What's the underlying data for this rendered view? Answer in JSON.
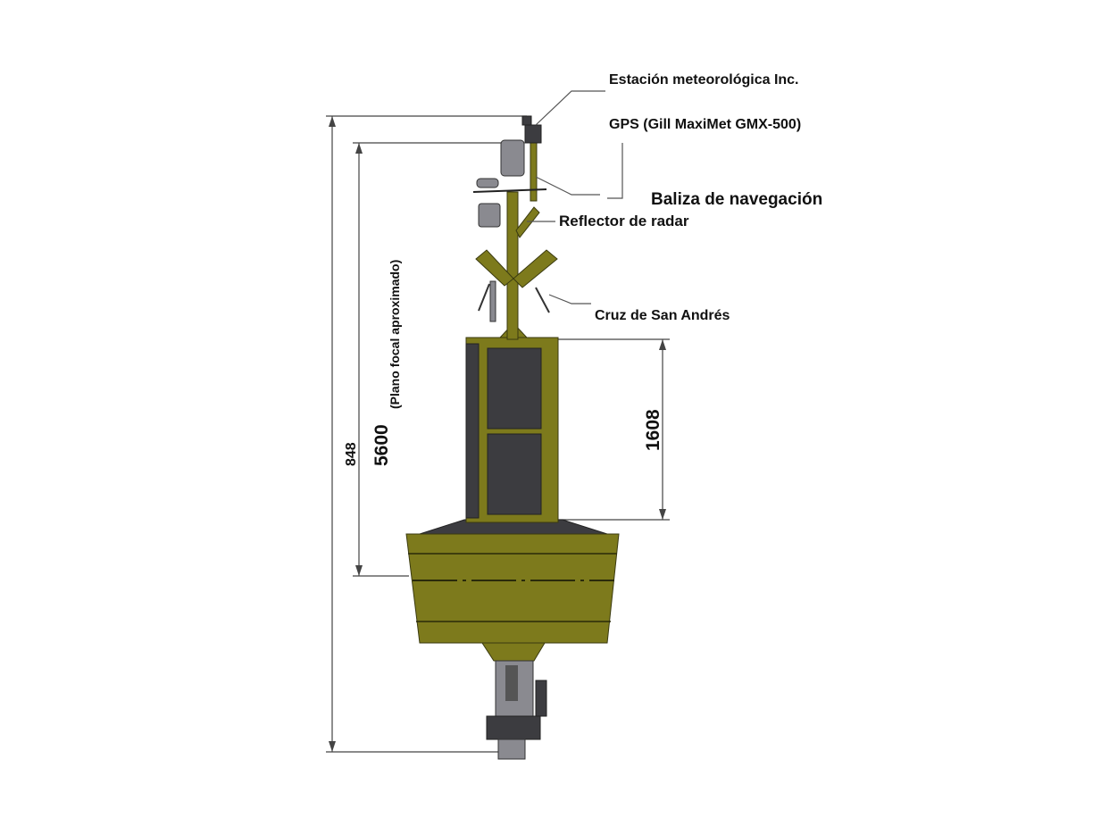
{
  "labels": {
    "weather_station": "Estación meteorológica Inc.",
    "gps": "GPS (Gill MaxiMet GMX-500)",
    "nav_beacon": "Baliza de navegación",
    "radar_reflector": "Reflector de radar",
    "st_andrews_cross": "Cruz de San Andrés"
  },
  "dimensions": {
    "total_height": "848",
    "focal_plane_height": "5600",
    "focal_plane_note": "(Plano focal aproximado)",
    "tower_height": "1608"
  },
  "colors": {
    "hull": "#7d7a1c",
    "panels": "#3c3c40"
  }
}
